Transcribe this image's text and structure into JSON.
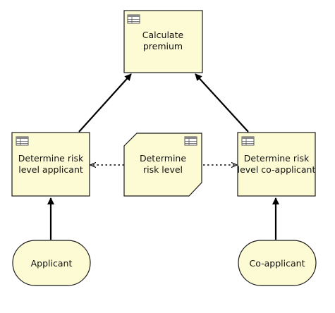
{
  "colors": {
    "node_fill": "#fdfbd3",
    "node_stroke": "#1a1a1a",
    "edge": "#000000",
    "icon_stroke": "#555555"
  },
  "nodes": {
    "calculate_premium": {
      "line1": "Calculate",
      "line2": "premium",
      "icon": "table-icon"
    },
    "risk_applicant": {
      "line1": "Determine risk",
      "line2": "level applicant",
      "icon": "table-icon"
    },
    "risk_level": {
      "line1": "Determine",
      "line2": "risk level",
      "icon": "table-icon"
    },
    "risk_co_applicant": {
      "line1": "Determine risk",
      "line2": "level co-applicant",
      "icon": "table-icon"
    },
    "applicant": {
      "label": "Applicant"
    },
    "co_applicant": {
      "label": "Co-applicant"
    }
  }
}
